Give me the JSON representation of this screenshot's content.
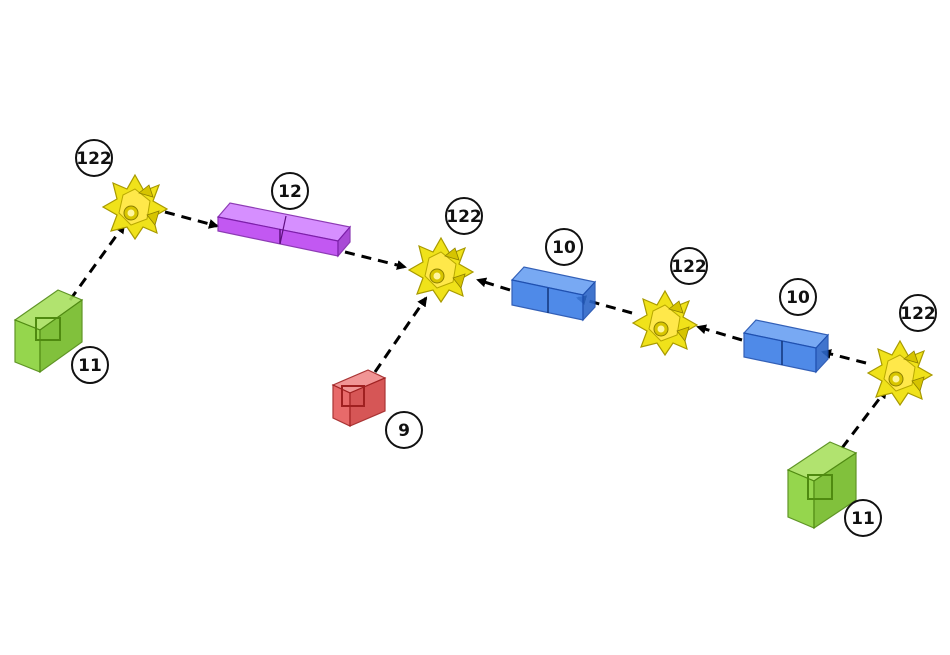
{
  "labels": {
    "connector_top_left": "122",
    "purple_beam": "12",
    "connector_center": "122",
    "blue_beam_left": "10",
    "connector_mid_right": "122",
    "blue_beam_right": "10",
    "connector_far_right": "122",
    "green_left": "11",
    "red_cube": "9",
    "green_right": "11"
  },
  "colors": {
    "connector": "#f0e21a",
    "purple": "#b83cf0",
    "blue": "#3d7ee6",
    "green": "#8ad23a",
    "red": "#e65a5a"
  }
}
